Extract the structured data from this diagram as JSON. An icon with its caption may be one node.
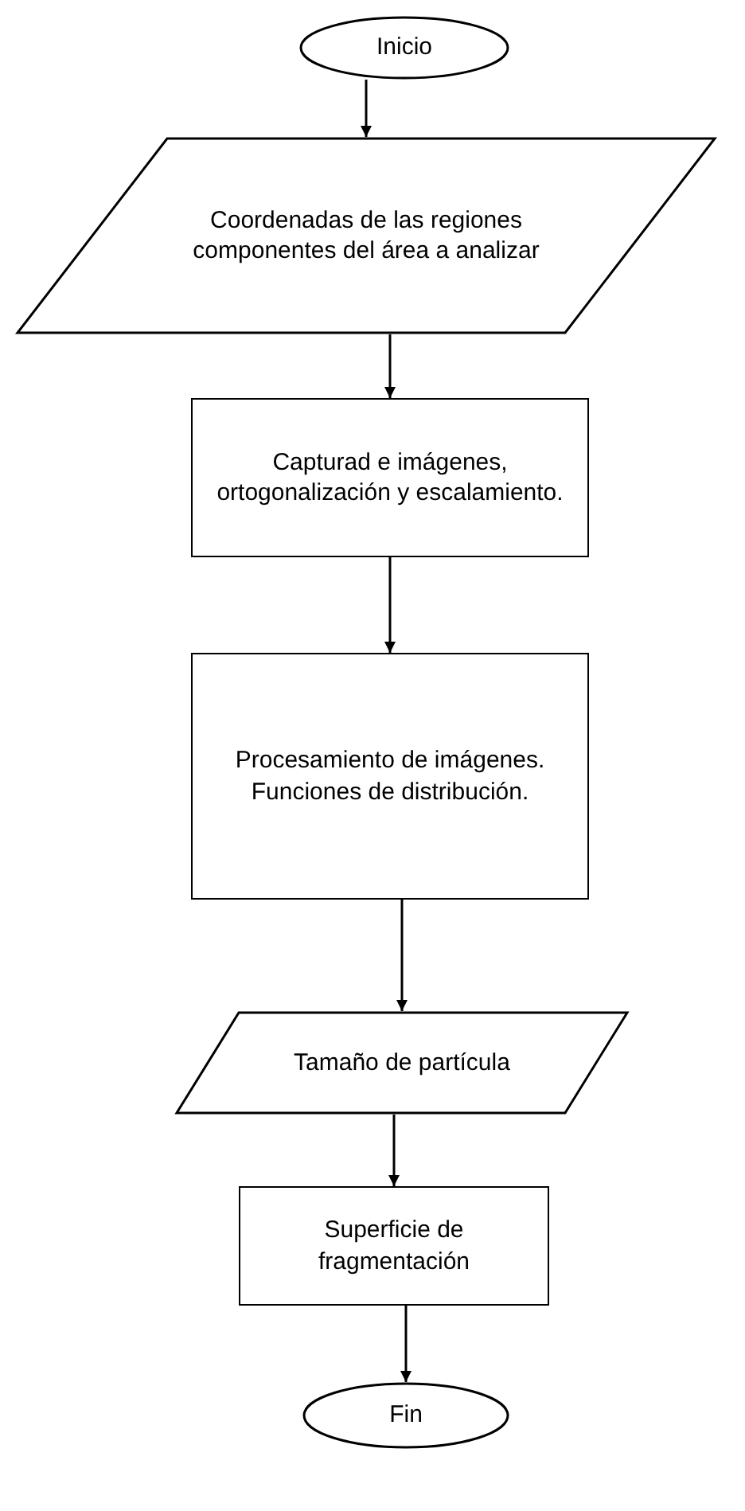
{
  "diagram": {
    "nodes": [
      {
        "text": [
          "Inicio"
        ]
      },
      {
        "text": [
          "Coordenadas de las regiones componentes del área a analizar"
        ]
      },
      {
        "text": [
          "Capturad e imágenes, ortogonalización y escalamiento."
        ]
      },
      {
        "text": [
          "Procesamiento de imágenes. Funciones de distribución."
        ]
      },
      {
        "text": [
          "Tamaño de partícula"
        ]
      },
      {
        "text": [
          "Superficie de fragmentación"
        ]
      },
      {
        "text": [
          "Fin"
        ]
      }
    ],
    "edges": [
      {
        "from": 0,
        "to": 1,
        "arrow": "to"
      },
      {
        "from": 1,
        "to": 2,
        "arrow": "to"
      },
      {
        "from": 2,
        "to": 3,
        "arrow": "to"
      },
      {
        "from": 3,
        "to": 4,
        "arrow": "to"
      },
      {
        "from": 4,
        "to": 5,
        "arrow": "to"
      },
      {
        "from": 5,
        "to": 6,
        "arrow": "to"
      }
    ]
  }
}
